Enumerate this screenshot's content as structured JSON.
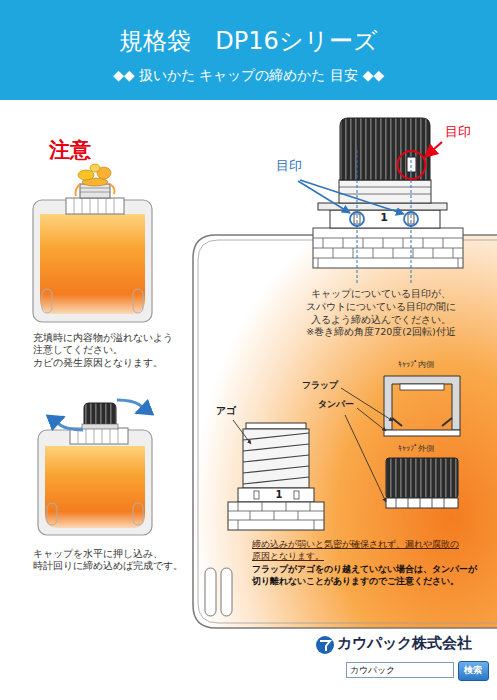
{
  "diagram": {
    "title": "規格袋　DP16シリーズ",
    "nodes": [
      {
        "text": [
          "キャップについている目印が、 スパウトについている目印の間に 入るよう締め込んでください。",
          "※巻き締め角度720度(2回転)付近",
          "締め込みが弱いと気密が確保されず、漏れや腐敗の 原因となります。",
          "フラップがアゴをのり越えていない場合は、タンパーが 切り離れないことがありますのでご注意ください。"
        ]
      },
      {
        "text": [
          "カウパック"
        ]
      },
      {
        "text": [
          "検索"
        ]
      }
    ],
    "labels": [
      "◆◆ 扱いかた キャップの締めかた 目安 ◆◆",
      "注意",
      "充填時に内容物が溢れないよう 注意してください。 カビの発生原因となります。",
      "キャップを水平に押し込み、 時計回りに締め込めば完成です。",
      "目印",
      "目印",
      "1",
      "ｷｬｯﾌﾟ内側",
      "ｷｬｯﾌﾟ外側",
      "フラップ",
      "タンパー",
      "アゴ",
      "1",
      "カウパック株式会社"
    ]
  }
}
